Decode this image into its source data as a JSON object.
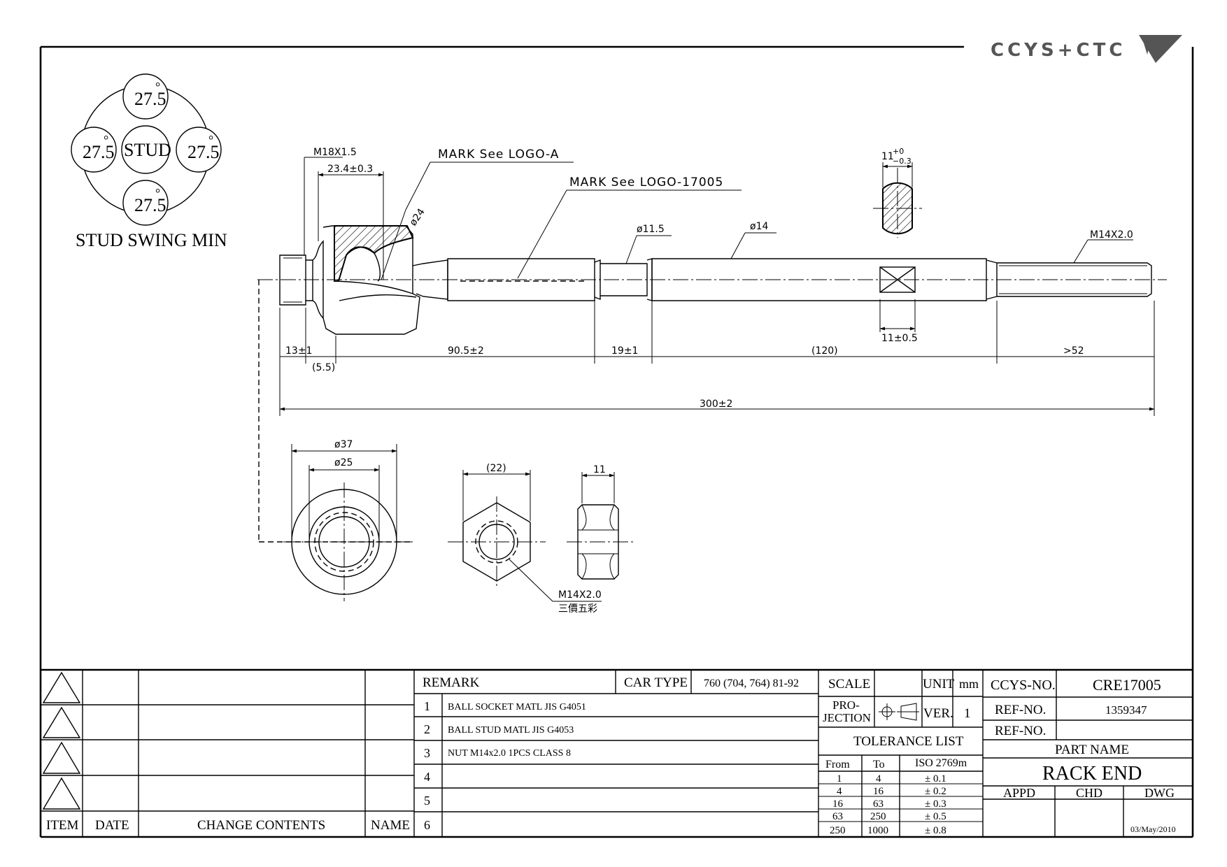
{
  "logo": {
    "text": "CCYS+CTC"
  },
  "swing": {
    "top": "27.5",
    "left": "27.5",
    "right": "27.5",
    "bottom": "27.5",
    "center": "STUD",
    "degree": "°",
    "caption": "STUD SWING MIN"
  },
  "dimensions": {
    "m18": "M18X1.5",
    "d23": "23.4±0.3",
    "mark_a": "MARK See LOGO-A",
    "mark_17005": "MARK See LOGO-17005",
    "phi24": "ø24",
    "phi115": "ø11.5",
    "phi14": "ø14",
    "m14_top": "M14X2.0",
    "flat_tol": "11+0−0.3",
    "flat_tol_base": "11",
    "flat_tol_up": "+0",
    "flat_tol_dn": "−0.3",
    "flat_11": "11±0.5",
    "d13": "13±1",
    "d55": "(5.5)",
    "d905": "90.5±2",
    "d19": "19±1",
    "d120": "(120)",
    "d52": ">52",
    "d300": "300±2",
    "phi37": "ø37",
    "phi25": "ø25",
    "d22": "(22)",
    "d11": "11",
    "nut_spec": "M14X2.0",
    "nut_cn": "三價五彩"
  },
  "title_block": {
    "revision_headers": {
      "item": "ITEM",
      "date": "DATE",
      "change": "CHANGE CONTENTS",
      "name": "NAME"
    },
    "remark": {
      "header": "REMARK",
      "car_type_label": "CAR TYPE",
      "car_type_value": "760 (704, 764) 81-92",
      "rows": [
        {
          "no": "1",
          "text": "BALL SOCKET MATL JIS  G4051"
        },
        {
          "no": "2",
          "text": "BALL STUD MATL JIS G4053"
        },
        {
          "no": "3",
          "text": "NUT M14x2.0 1PCS CLASS 8"
        },
        {
          "no": "4",
          "text": ""
        },
        {
          "no": "5",
          "text": ""
        },
        {
          "no": "6",
          "text": ""
        }
      ]
    },
    "scale_label": "SCALE",
    "unit_label": "UNIT",
    "unit_value": "mm",
    "projection_label_1": "PRO-",
    "projection_label_2": "JECTION",
    "ver_label": "VER.",
    "ver_value": "1",
    "tolerance": {
      "title": "TOLERANCE LIST",
      "headers": [
        "From",
        "To",
        "ISO 2769m"
      ],
      "rows": [
        [
          "1",
          "4",
          "± 0.1"
        ],
        [
          "4",
          "16",
          "± 0.2"
        ],
        [
          "16",
          "63",
          "± 0.3"
        ],
        [
          "63",
          "250",
          "± 0.5"
        ],
        [
          "250",
          "1000",
          "± 0.8"
        ]
      ]
    },
    "ccys_no_label": "CCYS-NO.",
    "ccys_no_value": "CRE17005",
    "ref_no_label_1": "REF-NO.",
    "ref_no_value_1": "1359347",
    "ref_no_label_2": "REF-NO.",
    "ref_no_value_2": "",
    "part_name_label": "PART NAME",
    "part_name_value": "RACK END",
    "appd": "APPD",
    "chd": "CHD",
    "dwg": "DWG",
    "date": "03/May/2010"
  }
}
